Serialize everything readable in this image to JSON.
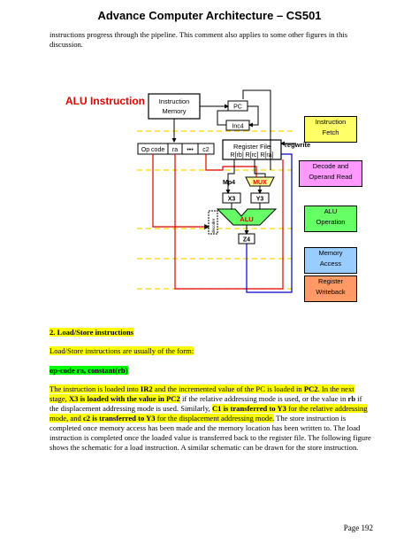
{
  "header": {
    "title": "Advance Computer Architecture – CS501"
  },
  "intro": "instructions progress through the pipeline. This comment also applies to some other figures in this discussion.",
  "diagram": {
    "title": "ALU Instruction",
    "instruction_memory": [
      "Instruction",
      "Memory"
    ],
    "pc": "PC",
    "inc4": "Inc4",
    "ir_fields": [
      "Op code",
      "ra",
      "•••",
      "c2"
    ],
    "register_file": [
      "Register File",
      "R[rb] R[rc] R[ra]"
    ],
    "regwrite": "regwrite",
    "mp4": "Mp4",
    "mux": "MUX",
    "x3": "X3",
    "y3": "Y3",
    "alu": "ALU",
    "z4": "Z4",
    "decoder": "decoder",
    "stages": [
      {
        "label": "Instruction Fetch",
        "lines": [
          "Instruction",
          "Fetch"
        ],
        "color": "#ffff66"
      },
      {
        "label": "Decode and Operand Read",
        "lines": [
          "Decode and",
          "Operand Read"
        ],
        "color": "#ff99ff"
      },
      {
        "label": "ALU Operation",
        "lines": [
          "ALU",
          "Operation"
        ],
        "color": "#66ff66"
      },
      {
        "label": "Memory Access",
        "lines": [
          "Memory",
          "Access"
        ],
        "color": "#99ccff"
      },
      {
        "label": "Register Writeback",
        "lines": [
          "Register",
          "Writeback"
        ],
        "color": "#ff9966"
      }
    ]
  },
  "section": {
    "heading": "2. Load/Store instructions",
    "usual_form": "Load/Store instructions are usually of the form:",
    "form": "op-code ra, constant(rb)",
    "paragraph": {
      "p1": "The instruction is loaded into ",
      "ir2": "IR2",
      "p2": " and the incremented value of the PC is loaded in ",
      "pc2": "PC2",
      "p3": ". In the next stage, ",
      "x3_pc2": "X3 is loaded with the value in PC2",
      "p4": " if the relative addressing mode is used, or the value in ",
      "rb": "rb",
      "p5": " if the displacement addressing mode is used. Similarly, ",
      "c1_y3": "C1 is transferred to Y3",
      "p6": " for the relative addressing mode, and ",
      "c2_y3": "c2 is transferred to Y3",
      "p7": " for the displacement addressing mode.",
      "p8": " The store instruction is completed once memory access has been made and the memory location has been written to. The load instruction is completed once the loaded value is transferred back to the register file. The following figure shows the schematic for a load instruction. A similar schematic can be drawn for the store instruction."
    }
  },
  "footer": {
    "page": "Page 192"
  }
}
